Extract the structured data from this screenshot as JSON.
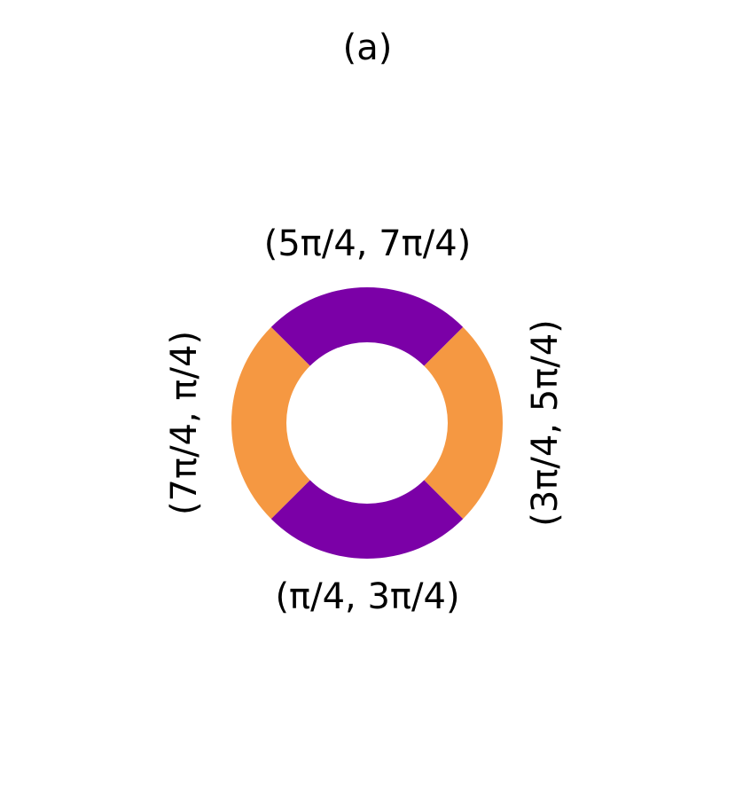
{
  "panel_label": "(a)",
  "ring": {
    "segments": [
      {
        "id": "top",
        "label": "(5π/4, 7π/4)",
        "color": "#7B00A7"
      },
      {
        "id": "right",
        "label": "(3π/4, 5π/4)",
        "color": "#F59842"
      },
      {
        "id": "bottom",
        "label": "(π/4, 3π/4)",
        "color": "#7B00A7"
      },
      {
        "id": "left",
        "label": "(7π/4, π/4)",
        "color": "#F59842"
      }
    ]
  }
}
